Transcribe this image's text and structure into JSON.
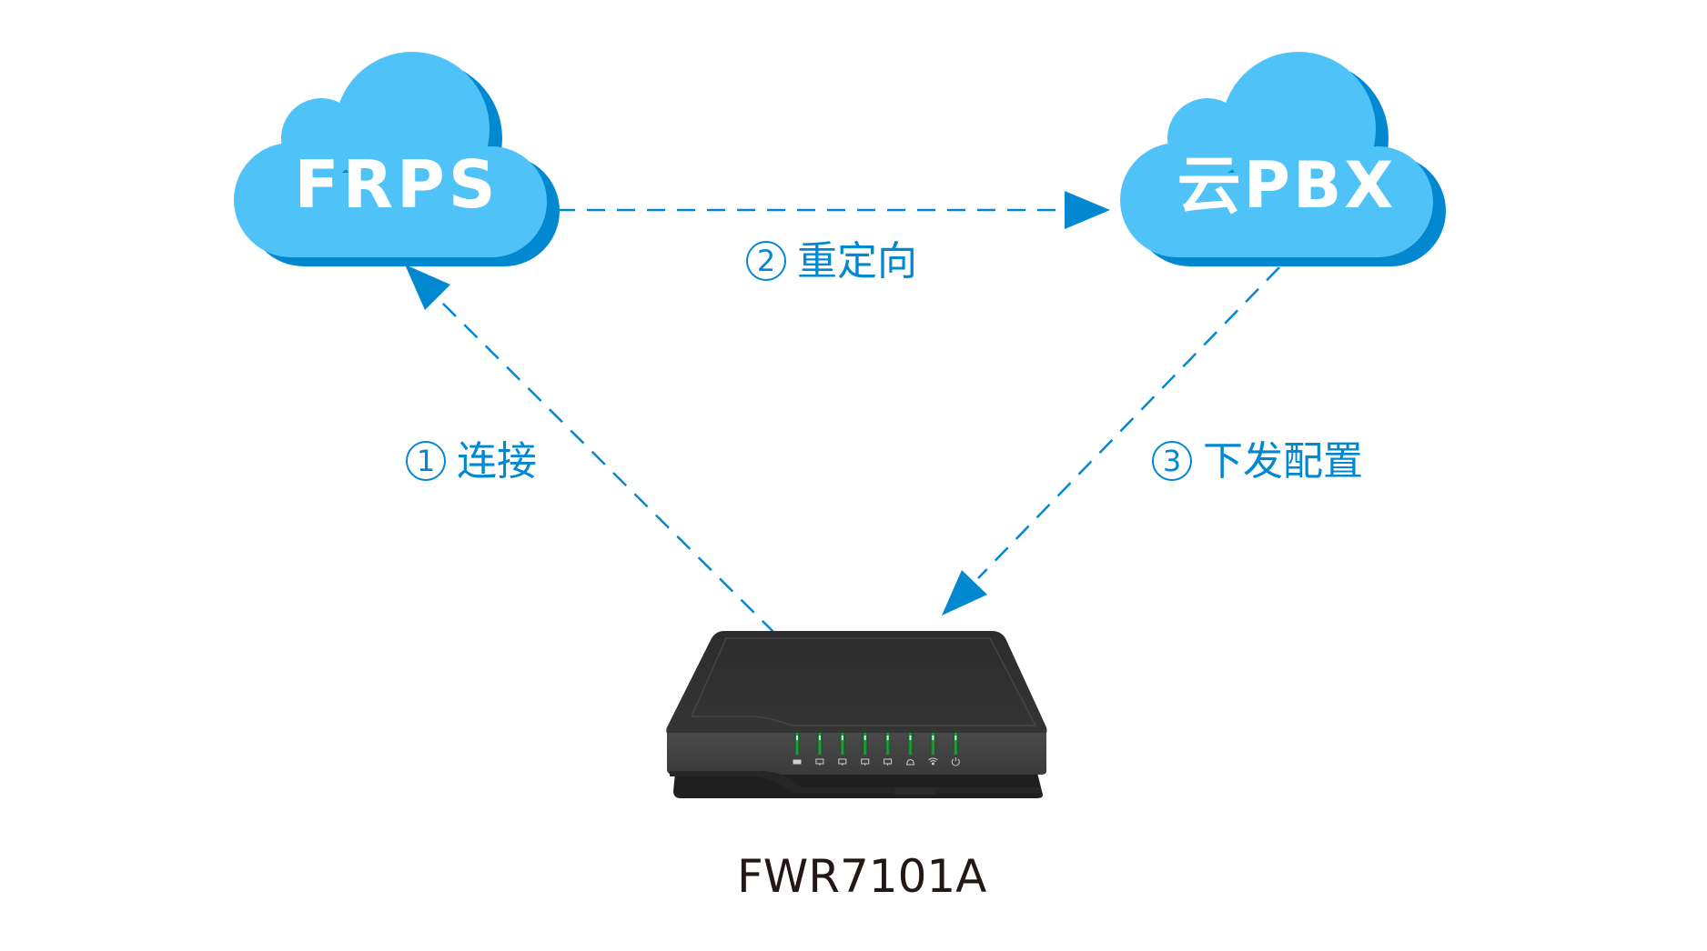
{
  "diagram": {
    "nodes": {
      "frps": {
        "label": "FRPS",
        "shape": "cloud"
      },
      "cloud_pbx": {
        "label": "云PBX",
        "shape": "cloud"
      },
      "device": {
        "label": "FWR7101A",
        "shape": "router"
      }
    },
    "edges": [
      {
        "from": "device",
        "to": "frps",
        "step": "①",
        "label": "连接",
        "style": "dashed-arrow"
      },
      {
        "from": "frps",
        "to": "cloud_pbx",
        "step": "②",
        "label": "重定向",
        "style": "dashed-arrow"
      },
      {
        "from": "cloud_pbx",
        "to": "device",
        "step": "③",
        "label": "下发配置",
        "style": "dashed-arrow"
      }
    ],
    "router_indicators": [
      "phone-icon",
      "lan-monitor-icon",
      "lan-monitor-icon",
      "lan-monitor-icon",
      "lan-monitor-icon",
      "network-icon",
      "wifi-icon",
      "power-icon"
    ]
  },
  "colors": {
    "cloud_fill": "#4FC3F7",
    "cloud_shadow": "#0288D1",
    "arrow": "#0288D1",
    "label_text": "#0288D1",
    "model_text": "#231815",
    "router_body": "#333333",
    "led_green": "#1B7A2E"
  }
}
